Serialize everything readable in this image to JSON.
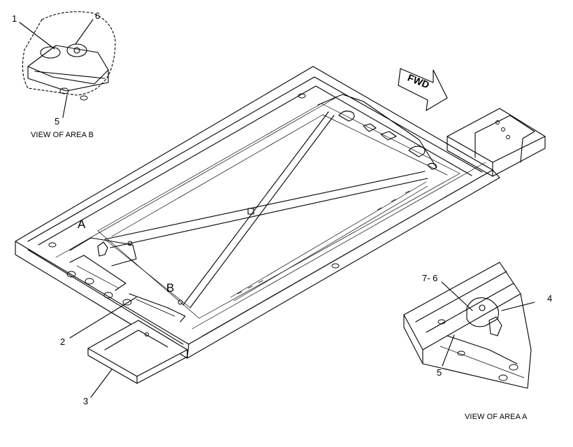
{
  "callouts": {
    "c1": "1",
    "c6": "6",
    "c5_top": "5",
    "c2": "2",
    "c3": "3",
    "c76": "7- 6",
    "c4": "4",
    "c5_bottom": "5"
  },
  "areas": {
    "a": "A",
    "b": "B"
  },
  "captions": {
    "view_b": "VIEW OF AREA B",
    "view_a": "VIEW OF AREA A"
  },
  "arrow": {
    "fwd": "FWD"
  }
}
